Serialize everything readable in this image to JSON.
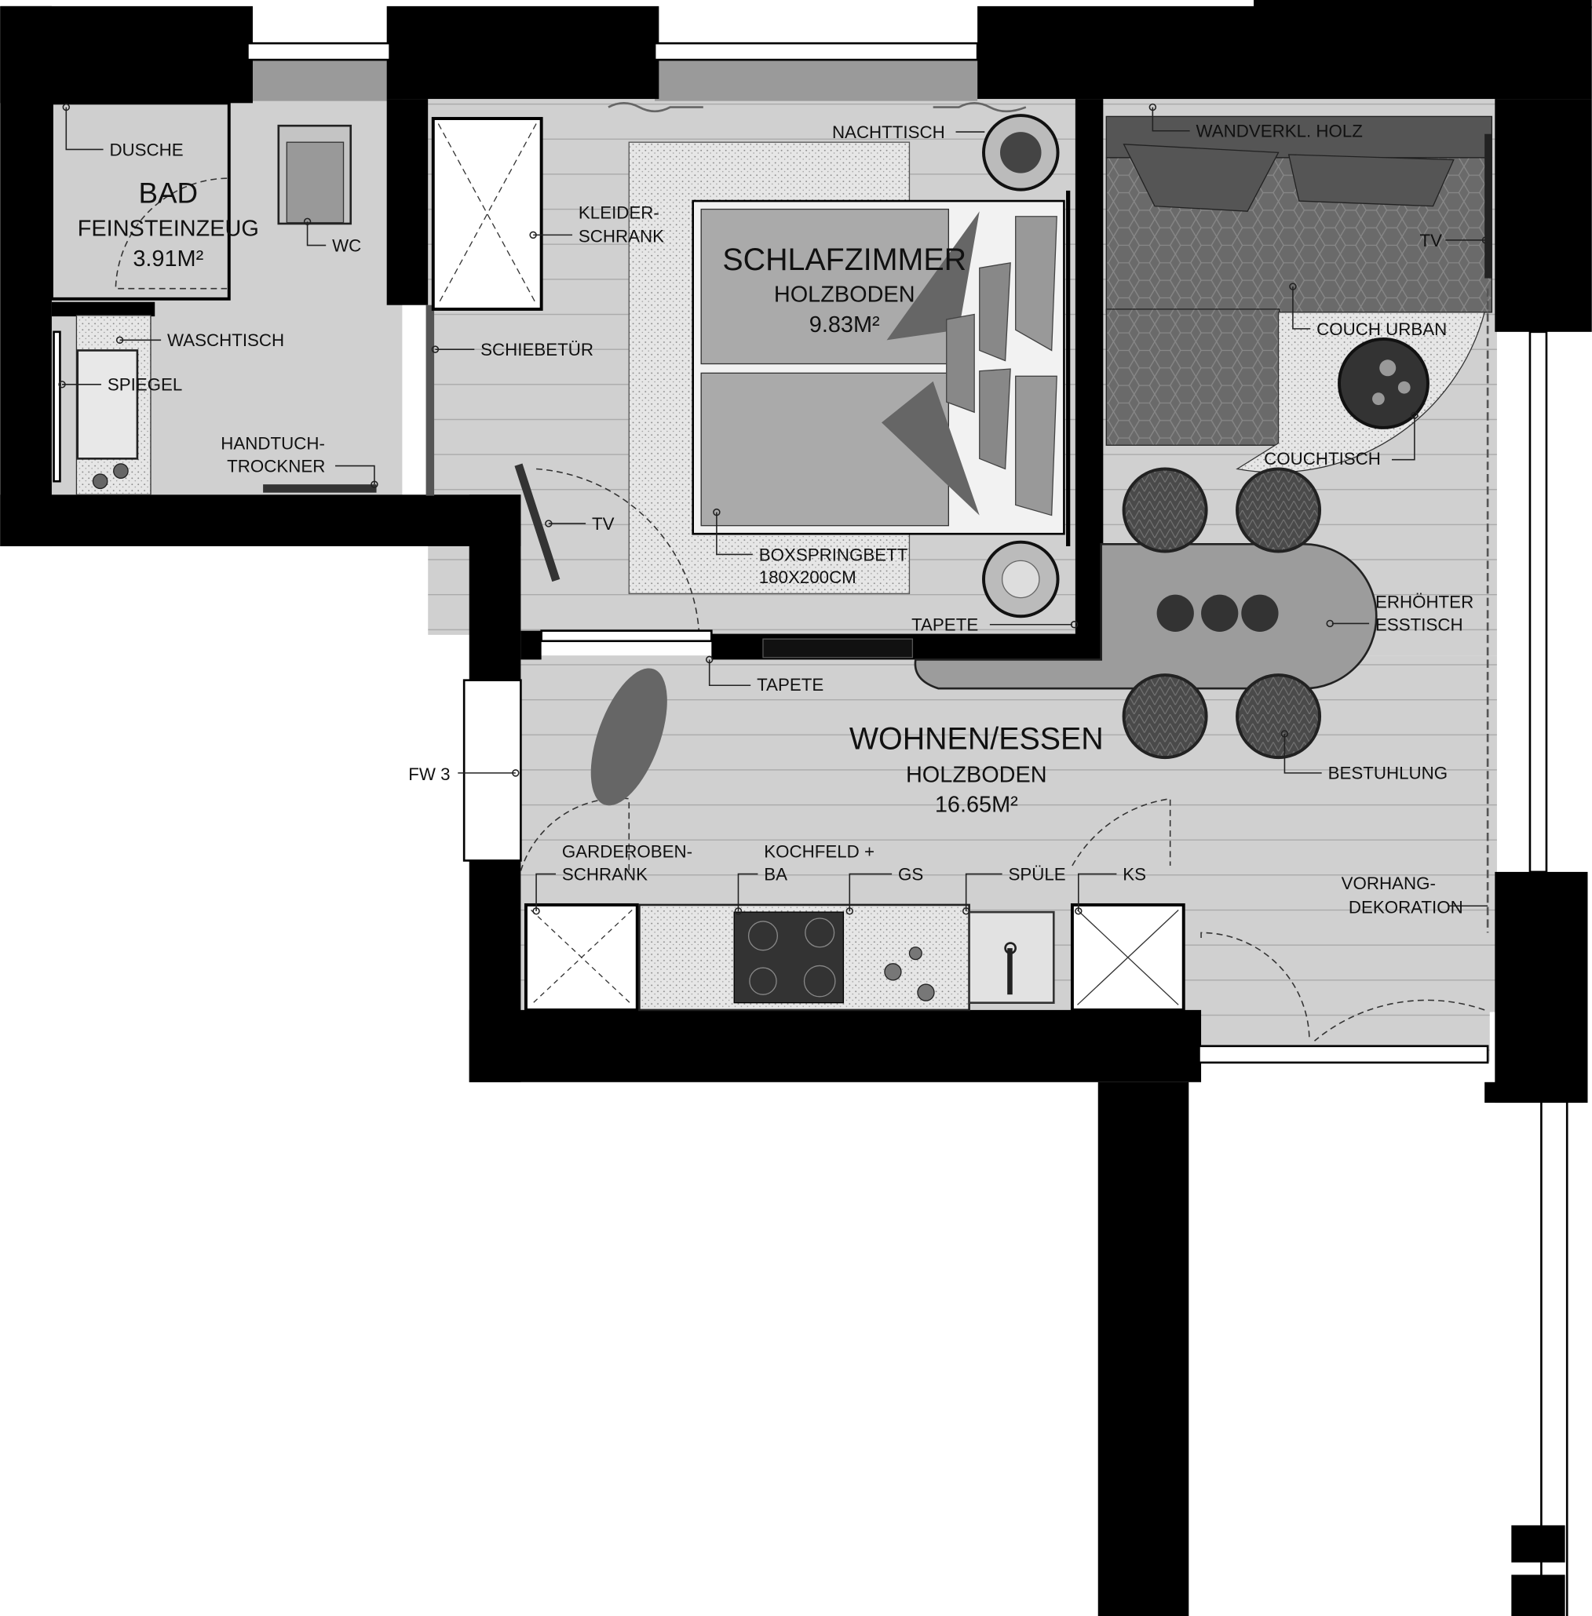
{
  "rooms": {
    "bath": {
      "name": "BAD",
      "floor": "FEINSTEINZEUG",
      "area": "3.91M²"
    },
    "bedroom": {
      "name": "SCHLAFZIMMER",
      "floor": "HOLZBODEN",
      "area": "9.83M²"
    },
    "living": {
      "name": "WOHNEN/ESSEN",
      "floor": "HOLZBODEN",
      "area": "16.65M²"
    }
  },
  "labels": {
    "dusche": "DUSCHE",
    "wc": "WC",
    "waschtisch": "WASCHTISCH",
    "spiegel": "SPIEGEL",
    "handtuch_1": "HANDTUCH-",
    "handtuch_2": "TROCKNER",
    "kleider_1": "KLEIDER-",
    "kleider_2": "SCHRANK",
    "schiebetuer": "SCHIEBETÜR",
    "nachttisch": "NACHTTISCH",
    "tv_bedroom": "TV",
    "bett_1": "BOXSPRINGBETT",
    "bett_2": "180X200CM",
    "tapete_bedroom": "TAPETE",
    "tapete_hall": "TAPETE",
    "wandverkl": "WANDVERKL. HOLZ",
    "tv_living": "TV",
    "couch": "COUCH URBAN",
    "couchtisch": "COUCHTISCH",
    "esstisch_1": "ERHÖHTER",
    "esstisch_2": "ESSTISCH",
    "bestuhlung": "BESTUHLUNG",
    "fw3": "FW 3",
    "garderobe_1": "GARDEROBEN-",
    "garderobe_2": "SCHRANK",
    "kochfeld_1": "KOCHFELD +",
    "kochfeld_2": "BA",
    "gs": "GS",
    "spuele": "SPÜLE",
    "ks": "KS",
    "vorhang_1": "VORHANG-",
    "vorhang_2": "DEKORATION"
  },
  "colors": {
    "wall": "#000000",
    "floor": "#d0d0d0",
    "furniture_dark": "#555555"
  }
}
